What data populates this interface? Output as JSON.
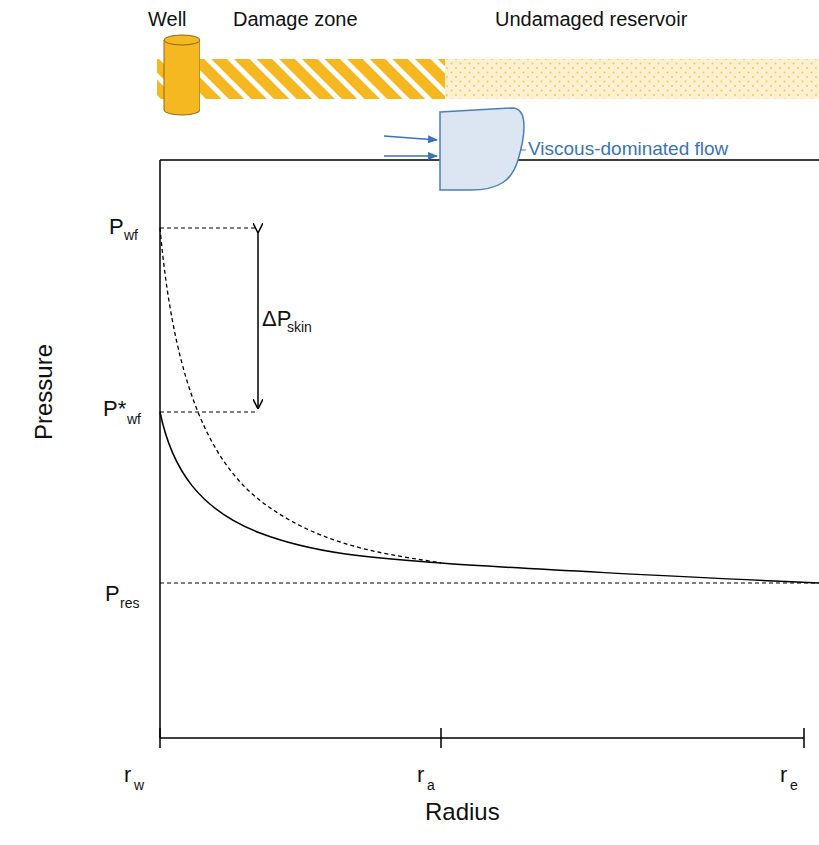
{
  "diagram": {
    "nodes": [
      {
        "text": [
          "Well"
        ]
      },
      {
        "text": [
          "Damage zone"
        ]
      },
      {
        "text": [
          "Undamaged reservoir"
        ]
      }
    ],
    "labels": [
      "P",
      "wf",
      "ΔP",
      "skin",
      "P*",
      "wf",
      "P",
      "res",
      "Pressure",
      "Viscous-dominated flow",
      "r",
      "w",
      "r",
      "a",
      "r",
      "e",
      "Radius"
    ]
  }
}
